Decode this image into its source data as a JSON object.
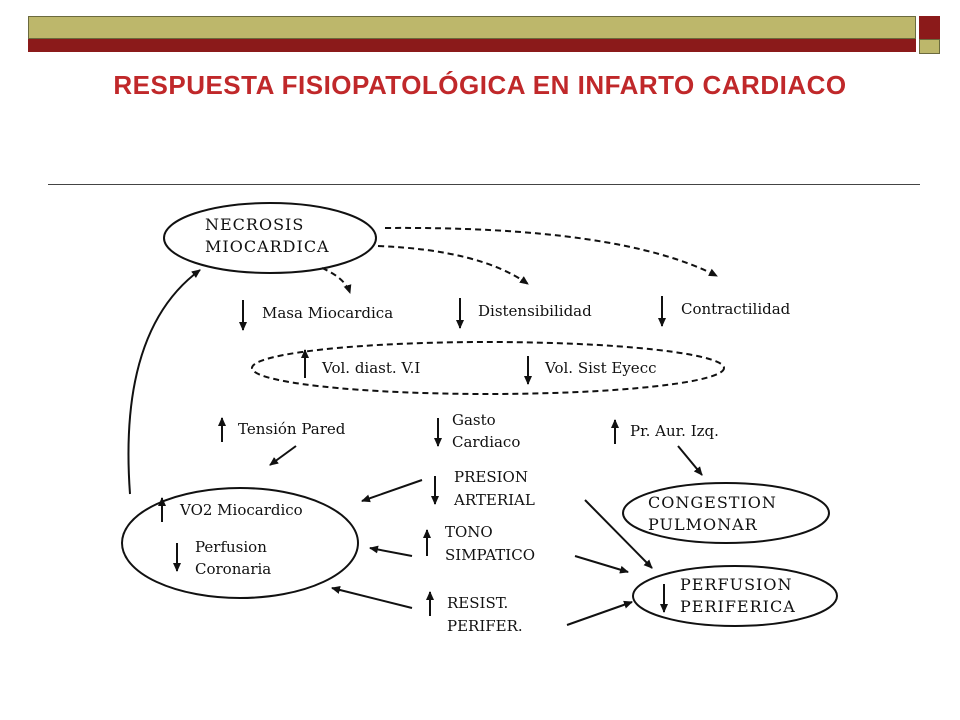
{
  "title": "RESPUESTA FISIOPATOLÓGICA EN INFARTO CARDIACO",
  "diagram": {
    "necrosis_line1": "NECROSIS",
    "necrosis_line2": "MIOCARDICA",
    "masa": "Masa Miocardica",
    "distensibilidad": "Distensibilidad",
    "contractilidad": "Contractilidad",
    "vol_diast": "Vol. diast. V.I",
    "vol_sist": "Vol. Sist Eyecc",
    "tension": "Tensión Pared",
    "gasto_line1": "Gasto",
    "gasto_line2": "Cardiaco",
    "pr_aur": "Pr. Aur. Izq.",
    "presion_line1": "PRESION",
    "presion_line2": "ARTERIAL",
    "congestion_line1": "CONGESTION",
    "congestion_line2": "PULMONAR",
    "vo2": "VO2 Miocardico",
    "perfusion_cor_line1": "Perfusion",
    "perfusion_cor_line2": "Coronaria",
    "tono_line1": "TONO",
    "tono_line2": "SIMPATICO",
    "perfusion_per_line1": "PERFUSION",
    "perfusion_per_line2": "PERIFERICA",
    "resist_line1": "RESIST.",
    "resist_line2": "PERIFER."
  }
}
